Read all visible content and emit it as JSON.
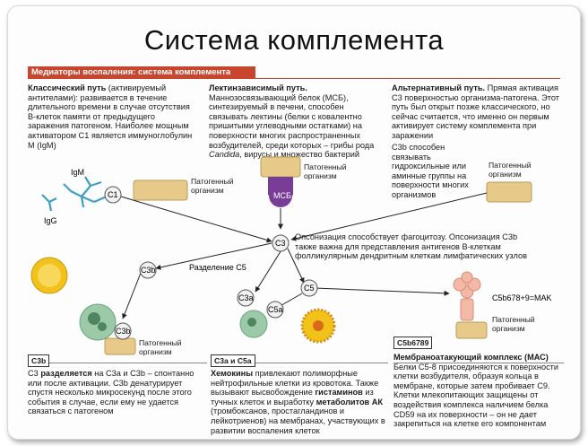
{
  "title": "Система комплемента",
  "header": "Медиаторы воспаления: система комплемента",
  "classic": {
    "heading": "Классический путь",
    "text_after": " (активируемый антителами): развивается в течение длительного времени в случае отсутствия В-клеток памяти от предыдущего заражения патогеном. Наиболее мощным активатором С1 является иммуноглобулин М (IgM)"
  },
  "lectin": {
    "heading": "Лектинзависимый путь.",
    "text_after": " Маннозосвязывающий белок (МСБ), синтезируемый в печени, способен связывать лектины (белки с ковалентно пришитыми углеводными остатками) на поверхности многих распространенных возбудителей, среди которых – грибы рода ",
    "italic": "Candida",
    "text_end": ", вирусы и множество бактерий"
  },
  "alternative": {
    "heading": "Альтернативный путь.",
    "text_after": " Прямая активация С3 поверхностью организма-патогена. Этот путь был открыт позже классического, но сейчас считается, что именно он первым активирует систему комплемента при заражении"
  },
  "c3b_binding": "С3b способен связывать гидроксильные или аминные группы на поверхности многих организмов",
  "labels": {
    "igm": "IgM",
    "igg": "IgG",
    "c1": "C1",
    "msb": "МСБ",
    "c3": "C3",
    "c3b": "C3b",
    "c3a": "C3a",
    "c5a": "C5a",
    "c5": "C5",
    "c3b_cell": "C3b",
    "pathogen": "Патогенный организм",
    "c5_split": "Разделение С5",
    "mak": "C5b678+9=MAK"
  },
  "opsonization": "Опсонизация способствует фагоцитозу. Опсонизация С3b также важна для представления антигенов В-клеткам фолликулярным дендритным клеткам лимфатических узлов",
  "sections": {
    "c3b": {
      "tag": "C3b",
      "lead": "С3 ",
      "bold": "разделяется",
      "rest": " на С3а и С3b – спонтанно или после активации. С3b денатурирует спустя несколько микросекунд после этого события в случае, если ему не удается связаться с патогеном"
    },
    "c3a_c5a": {
      "tag": "C3a и C5a",
      "bold1": "Хемокины",
      "t1": " привлекают полиморфные нейтрофильные клетки из кровотока. Также вызывают высвобождение ",
      "bold2": "гистаминов",
      "t2": " из тучных клеток и выработку ",
      "bold3": "метаболитов АК",
      "t3": " (тромбоксанов, простагландинов и лейкотриенов) на мембранах, участвующих в развитии воспаления клеток"
    },
    "mac": {
      "tag": "C5b6789",
      "heading": "Мембраноатакующий комплекс (МАС)",
      "text": "Белки С5-8 присоединяются к поверхности клетки возбудителя, образуя кольца в мембране, которые затем пробивает С9. Клетки млекопитающих защищены от воздействия комплекса наличием белка CD59 на их поверхности – он не дает закрепиться на клетке его компонентам"
    }
  },
  "colors": {
    "header_red": "#c8462e",
    "node_fill": "#f1f1f1",
    "pathogen_fill": "#e7c98a",
    "msb_purple": "#7a3d97",
    "cell_yellow": "#f2c21a",
    "cell_green": "#9cc9a8",
    "mac_pink": "#f4b9a6"
  }
}
